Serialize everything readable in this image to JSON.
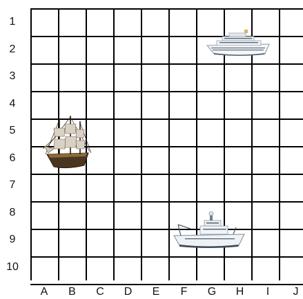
{
  "board": {
    "rows": [
      "1",
      "2",
      "3",
      "4",
      "5",
      "6",
      "7",
      "8",
      "9",
      "10"
    ],
    "columns": [
      "A",
      "B",
      "C",
      "D",
      "E",
      "F",
      "G",
      "H",
      "I",
      "J"
    ],
    "line_color": "#000000",
    "background": "#ffffff"
  },
  "ships": [
    {
      "name": "cruise-ship",
      "icon": "cruise-ship-icon",
      "cells": [
        "G2",
        "H2",
        "I2"
      ]
    },
    {
      "name": "sailing-ship",
      "icon": "sailing-ship-icon",
      "cells": [
        "A5",
        "B5",
        "A6",
        "B6"
      ]
    },
    {
      "name": "research-vessel",
      "icon": "research-vessel-icon",
      "cells": [
        "F9",
        "G9",
        "H9"
      ]
    }
  ]
}
